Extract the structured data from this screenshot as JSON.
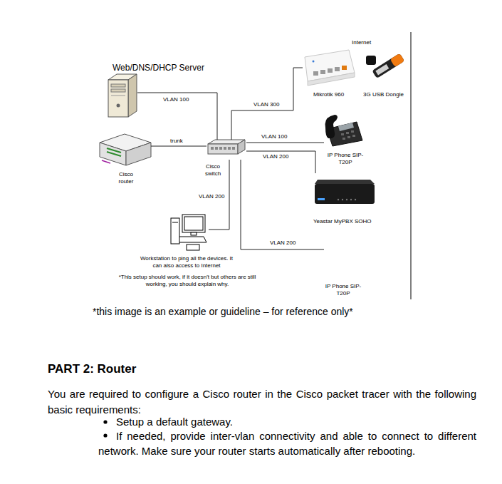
{
  "diagram": {
    "caption": "*this image is an example or guideline – for reference only*",
    "nodes": [
      {
        "text": [
          "Web/DNS/DHCP Server"
        ]
      },
      {
        "text": [
          "Cisco router"
        ]
      },
      {
        "text": [
          "Cisco switch"
        ]
      },
      {
        "text": [
          "Mikrotik 960"
        ]
      },
      {
        "text": [
          "3G USB Dongle"
        ]
      },
      {
        "text": [
          "IP Phone SIP-T20P"
        ]
      },
      {
        "text": [
          "Yeastar MyPBX SOHO"
        ]
      },
      {
        "text": [
          "Workstation to ping all the devices. It can also access to Internet"
        ]
      },
      {
        "text": [
          "IP Phone SIP-T20P"
        ]
      }
    ],
    "edges": [
      {
        "from": 2,
        "to": 0,
        "arrow": "none",
        "label": "VLAN 100"
      },
      {
        "from": 2,
        "to": 1,
        "arrow": "none",
        "label": "trunk"
      },
      {
        "from": 2,
        "to": 3,
        "arrow": "none",
        "label": "VLAN 300"
      },
      {
        "from": 2,
        "to": 5,
        "arrow": "none",
        "label": "VLAN 100"
      },
      {
        "from": 2,
        "to": 6,
        "arrow": "none",
        "label": "VLAN 200"
      },
      {
        "from": 2,
        "to": 7,
        "arrow": "none",
        "label": "VLAN 200"
      },
      {
        "from": 2,
        "to": 8,
        "arrow": "none",
        "label": "VLAN 200"
      }
    ],
    "labels": [
      "Internet",
      "*This setup should work, if it doesn't but others are still working, you should explain why.",
      "PART 2: Router",
      "You are required to configure a Cisco router in the Cisco packet tracer with the following basic requirements:",
      "Setup a default gateway.",
      "If needed, provide inter-vlan connectivity and able to connect to different network. Make sure your router starts automatically after rebooting."
    ]
  }
}
